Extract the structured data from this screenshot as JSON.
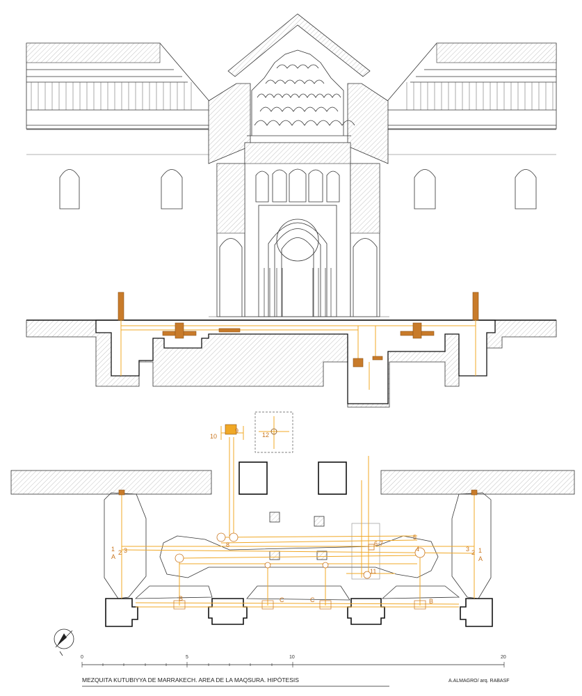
{
  "caption": {
    "title": "MEZQUITA KUTUBIYYA DE MARRAKECH. AREA DE LA MAQSURA. HIPÓTESIS",
    "credit": "A.ALMAGRO/ arq. RABASF"
  },
  "scale_bar": {
    "ticks": [
      "0",
      "5",
      "10",
      "20"
    ]
  },
  "plan_labels": {
    "n1_left": "1",
    "n2_left": "2",
    "n3_left": "3",
    "a_left": "A",
    "n1_right": "1",
    "n2_right": "2",
    "n3_right": "3",
    "a_right": "A",
    "n4": "4",
    "n5": "5",
    "n67": "6-7",
    "n8": "8",
    "n11": "11",
    "b_left": "B",
    "c_left": "C",
    "c_right": "C",
    "b_right": "B"
  },
  "detail_labels": {
    "n9": "9",
    "n10": "10",
    "n12": "12"
  },
  "colors": {
    "mechanism": "#f0a826",
    "mechanism_dark": "#c87b2a",
    "label": "#c8741d",
    "wall": "#111111"
  },
  "icons": {
    "north_arrow": "north-arrow-icon"
  }
}
